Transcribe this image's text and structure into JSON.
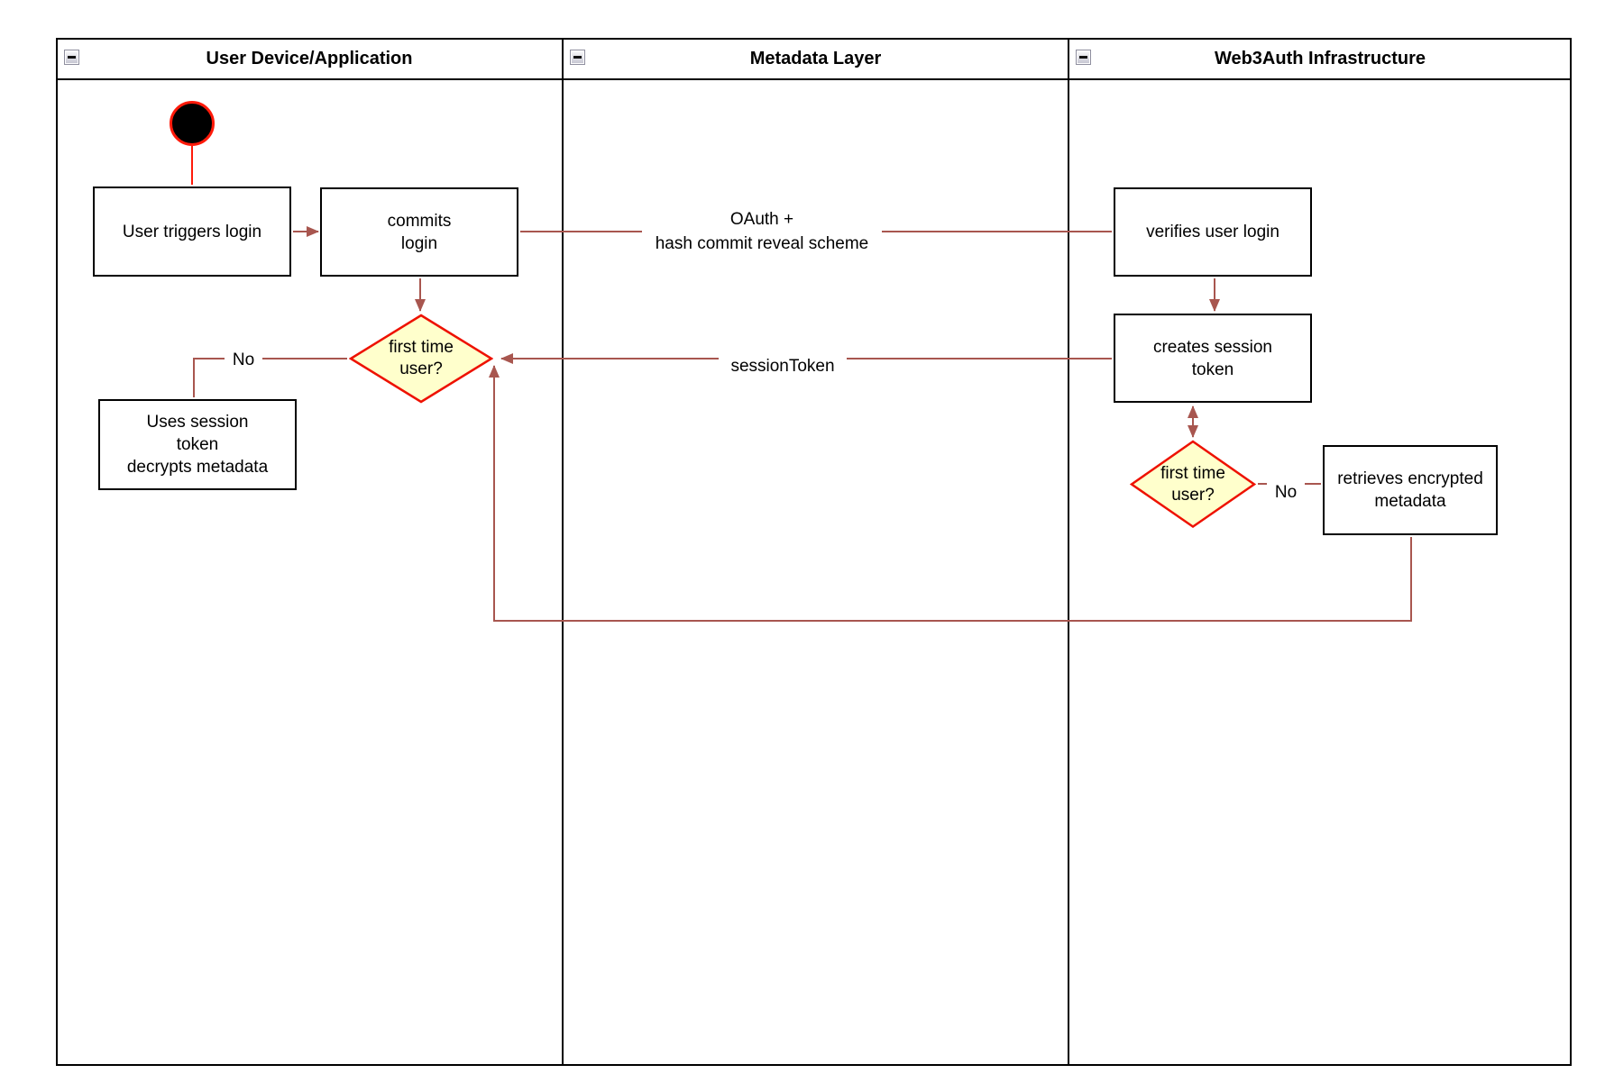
{
  "colors": {
    "connector": "#a8564f",
    "bright_red": "#ff1a0a",
    "diamond_stroke": "#ee1100",
    "diamond_fill": "#ffffcc",
    "box_border": "#000000"
  },
  "lanes": [
    {
      "title": "User Device/Application"
    },
    {
      "title": "Metadata Layer"
    },
    {
      "title": "Web3Auth Infrastructure"
    }
  ],
  "nodes": {
    "user_triggers_login": {
      "label": "User triggers login"
    },
    "commits_login": {
      "label": [
        "commits",
        "login"
      ]
    },
    "first_time_user_left": {
      "label": [
        "first time",
        "user?"
      ]
    },
    "uses_session_token": {
      "label": [
        "Uses session",
        "token",
        "decrypts metadata"
      ]
    },
    "verifies_user_login": {
      "label": "verifies user login"
    },
    "creates_session_token": {
      "label": [
        "creates session",
        "token"
      ]
    },
    "first_time_user_right": {
      "label": [
        "first time",
        "user?"
      ]
    },
    "retrieves_encrypted_metadata": {
      "label": [
        "retrieves encrypted",
        "metadata"
      ]
    }
  },
  "edge_labels": {
    "oauth": [
      "OAuth +",
      "hash commit reveal scheme"
    ],
    "session_token": "sessionToken",
    "no_left": "No",
    "no_right": "No"
  }
}
